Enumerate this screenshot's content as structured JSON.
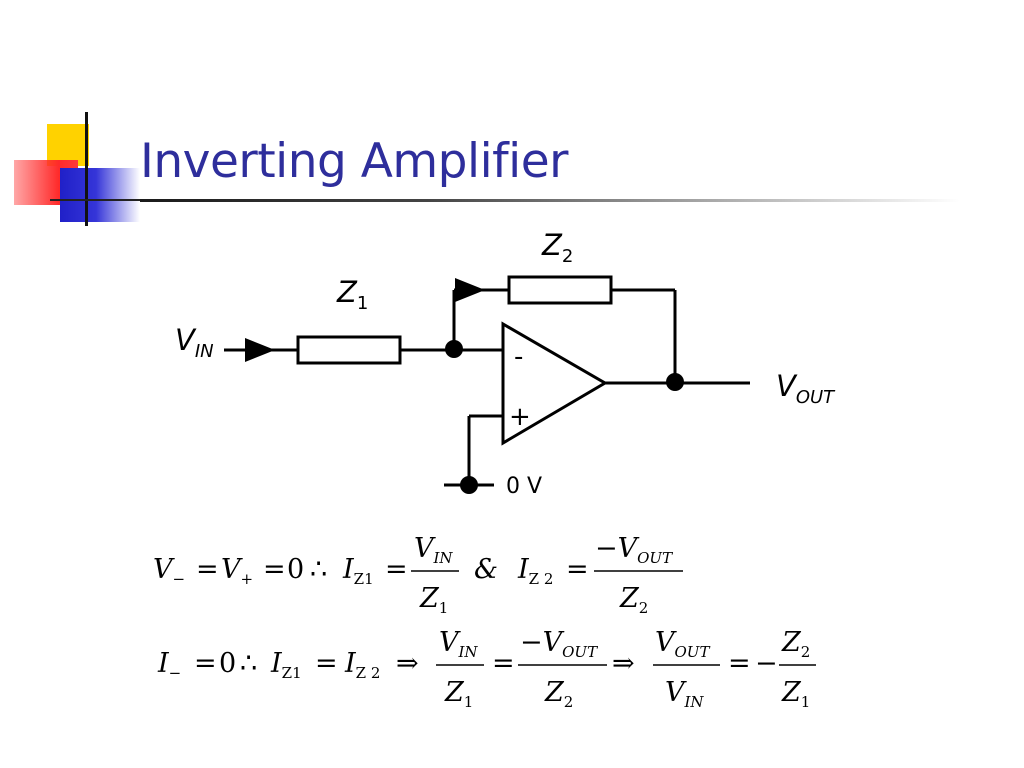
{
  "slide": {
    "title": "Inverting Amplifier"
  },
  "circuit": {
    "z1_letter": "Z",
    "z1_sub": "1",
    "z2_letter": "Z",
    "z2_sub": "2",
    "vin_letter": "V",
    "vin_sub": "IN",
    "vout_letter": "V",
    "vout_sub": "OUT",
    "minus_sign": "-",
    "plus_sign": "+",
    "ground_label": "0 V"
  },
  "equations": {
    "line1": {
      "v_minus": "V",
      "v_minus_sub": "−",
      "eq1": "=",
      "v_plus": "V",
      "v_plus_sub": "+",
      "eq2": "=",
      "zero": "0",
      "therefore": "∴",
      "i1": "I",
      "i1_sub": "Z1",
      "eq3": "=",
      "frac1_num": "V",
      "frac1_num_sub": "IN",
      "frac1_den": "Z",
      "frac1_den_sub": "1",
      "amp": "&",
      "i2": "I",
      "i2_sub": "Z 2",
      "eq4": "=",
      "frac2_num": "−V",
      "frac2_num_sub": "OUT",
      "frac2_den": "Z",
      "frac2_den_sub": "2"
    },
    "line2": {
      "i_minus": "I",
      "i_minus_sub": "−",
      "eq1": "=",
      "zero": "0",
      "therefore": "∴",
      "i1": "I",
      "i1_sub": "Z1",
      "eq2": "=",
      "i2": "I",
      "i2_sub": "Z 2",
      "implies1": "⇒",
      "f1_num": "V",
      "f1_num_sub": "IN",
      "f1_den": "Z",
      "f1_den_sub": "1",
      "eq3": "=",
      "f2_num": "−V",
      "f2_num_sub": "OUT",
      "f2_den": "Z",
      "f2_den_sub": "2",
      "implies2": "⇒",
      "f3_num": "V",
      "f3_num_sub": "OUT",
      "f3_den": "V",
      "f3_den_sub": "IN",
      "eq4": "=",
      "neg": "−",
      "f4_num": "Z",
      "f4_num_sub": "2",
      "f4_den": "Z",
      "f4_den_sub": "1"
    }
  }
}
